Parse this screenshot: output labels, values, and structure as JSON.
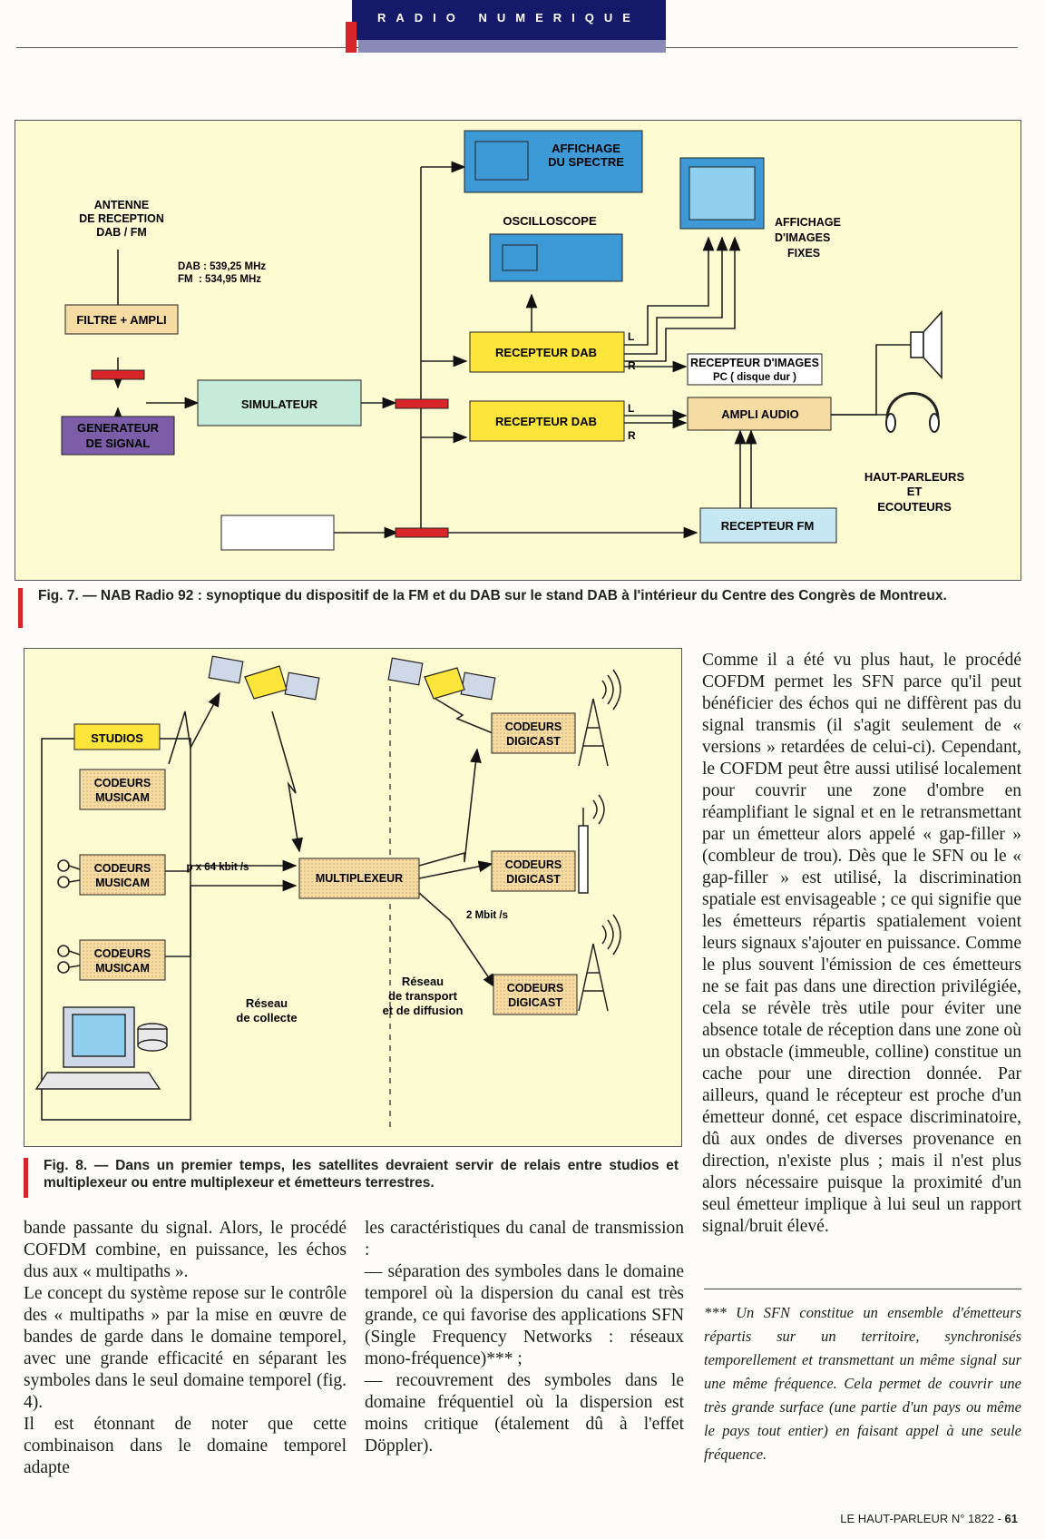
{
  "header": {
    "section": "RADIO NUMERIQUE"
  },
  "fig7": {
    "antenna": [
      "ANTENNE",
      "DE RECEPTION",
      "DAB / FM"
    ],
    "freq": [
      "DAB : 539,25 MHz",
      "FM  : 534,95 MHz"
    ],
    "filtre": "FILTRE + AMPLI",
    "generateur": [
      "GENERATEUR",
      "DE SIGNAL"
    ],
    "simulateur": "SIMULATEUR",
    "affichage_spectre": [
      "AFFICHAGE",
      "DU SPECTRE"
    ],
    "oscilloscope": "OSCILLOSCOPE",
    "affichage_images": [
      "AFFICHAGE",
      "D'IMAGES",
      "FIXES"
    ],
    "recepteur_dab": "RECEPTEUR DAB",
    "recepteur_images": [
      "RECEPTEUR D'IMAGES",
      "PC ( disque dur )"
    ],
    "ampli_audio": "AMPLI AUDIO",
    "recepteur_fm": "RECEPTEUR FM",
    "hp": [
      "HAUT-PARLEURS",
      "ET",
      "ECOUTEURS"
    ],
    "L": "L",
    "R": "R",
    "caption": "Fig. 7. — NAB Radio 92 : synoptique du dispositif de la FM et du DAB sur le stand DAB à l'intérieur du Centre des Congrès de Montreux."
  },
  "fig8": {
    "studios": "STUDIOS",
    "codeurs_musicam": [
      "CODEURS",
      "MUSICAM"
    ],
    "codeurs_digicast": [
      "CODEURS",
      "DIGICAST"
    ],
    "multiplexeur": "MULTIPLEXEUR",
    "rate1": "p x 64 kbit /s",
    "rate2": "2 Mbit /s",
    "reseau_collecte": [
      "Réseau",
      "de collecte"
    ],
    "reseau_transport": [
      "Réseau",
      "de transport",
      "et de diffusion"
    ],
    "caption": "Fig. 8. — Dans un premier temps, les satellites devraient servir de relais entre studios et multiplexeur ou entre multiplexeur et émetteurs terrestres."
  },
  "text": {
    "right_col": "Comme il a été vu plus haut, le procédé COFDM permet les SFN parce qu'il peut bénéficier des échos qui ne diffèrent pas du signal transmis (il s'agit seulement de « versions » retardées de celui-ci). Cependant, le COFDM peut être aussi utilisé localement pour couvrir une zone d'ombre en réamplifiant le signal et en le retransmettant par un émetteur alors appelé « gap-filler » (combleur de trou). Dès que le SFN ou le « gap-filler » est utilisé, la discrimination spatiale est envisageable ; ce qui signifie que les émetteurs répartis spatialement voient leurs signaux s'ajouter en puissance. Comme le plus souvent l'émission de ces émetteurs ne se fait pas dans une direction privilégiée, cela se révèle très utile pour éviter une absence totale de réception dans une zone où un obstacle (immeuble, colline) constitue un cache pour une direction donnée. Par ailleurs, quand le récepteur est proche d'un émetteur donné, cet espace discriminatoire, dû aux ondes de diverses provenance en direction, n'existe plus ; mais il n'est plus alors nécessaire puisque la proximité d'un seul émetteur implique à lui seul un rapport signal/bruit élevé.",
    "footnote": "*** Un SFN constitue un ensemble d'émetteurs répartis sur un territoire, synchronisés temporellement et transmettant un même signal sur une même fréquence. Cela permet de couvrir une très grande surface (une partie d'un pays ou même le pays tout entier) en faisant appel à une seule fréquence.",
    "left_p1": "bande passante du signal. Alors, le procédé COFDM combine, en puissance, les échos dus aux « multipaths ».",
    "left_p2": "Le concept du système repose sur le contrôle des « multipaths » par la mise en œuvre de bandes de garde dans le domaine temporel, avec une grande efficacité en séparant les symboles dans le seul domaine temporel (fig. 4).",
    "left_p3": "Il est étonnant de noter que cette combinaison dans le domaine temporel adapte",
    "mid_p1": "les caractéristiques du canal de transmission :",
    "mid_p2": "— séparation des symboles dans le domaine temporel où la dispersion du canal est très grande, ce qui favorise des applications SFN (Single Frequency Networks : réseaux mono-fréquence)*** ;",
    "mid_p3": "— recouvrement des symboles dans le domaine fréquentiel où la dispersion est moins critique (étalement dû à l'effet Döppler)."
  },
  "footer": {
    "magazine": "LE HAUT-PARLEUR N° 1822 - ",
    "page": "61"
  }
}
